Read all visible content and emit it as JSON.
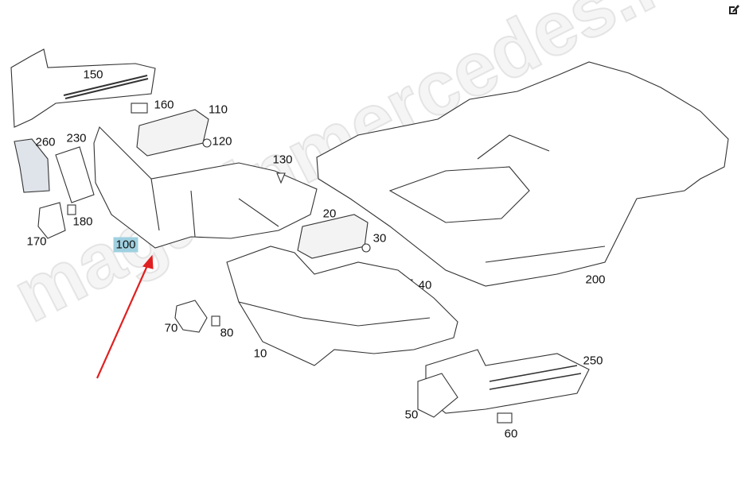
{
  "watermark": "magazinmercedes.ru",
  "highlight_color": "#9fd0e0",
  "arrow_color": "#e02020",
  "labels": {
    "l150": "150",
    "l160": "160",
    "l110": "110",
    "l120": "120",
    "l260": "260",
    "l230": "230",
    "l130": "130",
    "l180": "180",
    "l170": "170",
    "l100": "100",
    "l20": "20",
    "l30": "30",
    "l40": "40",
    "l200": "200",
    "l70": "70",
    "l80": "80",
    "l10": "10",
    "l250": "250",
    "l50": "50",
    "l60": "60"
  },
  "toolbar": {
    "edit_icon": "edit-icon"
  }
}
